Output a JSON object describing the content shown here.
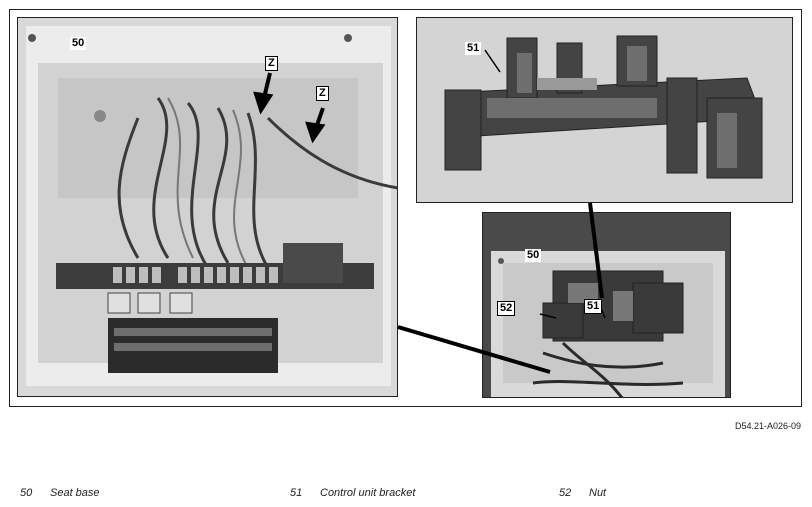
{
  "callouts": {
    "main_50": "50",
    "main_z1": "Z",
    "main_z2": "Z",
    "detail_51": "51",
    "overview_50": "50",
    "overview_51": "51",
    "overview_52": "52"
  },
  "figure_code": "D54.21-A026-09",
  "legend": [
    {
      "number": "50",
      "label": "Seat base"
    },
    {
      "number": "51",
      "label": "Control unit bracket"
    },
    {
      "number": "52",
      "label": "Nut"
    }
  ]
}
